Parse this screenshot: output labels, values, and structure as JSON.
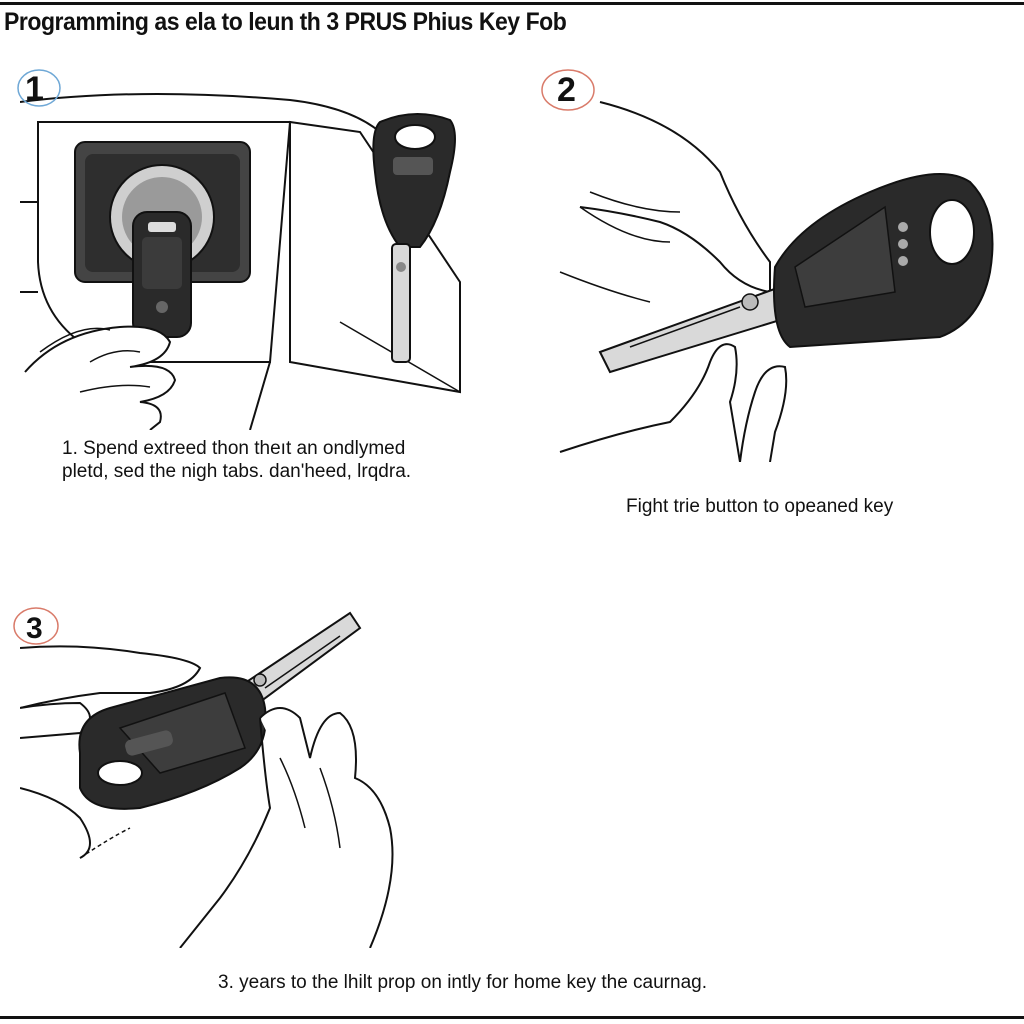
{
  "title": "Programming as ela to leun th 3 PRUS Phius Key Fob",
  "steps": [
    {
      "number": "1",
      "caption_line1": "1. Spend extreed thon theıt an ondlymed",
      "caption_line2": "pletd, sed the nigh tabs. dan'heed, lrqdra."
    },
    {
      "number": "2",
      "caption": "Fight trie button to opeaned key"
    },
    {
      "number": "3",
      "caption": "3. years to the lhilt prop on intly for home key the caurnag."
    }
  ],
  "colors": {
    "line": "#111111",
    "fob_body": "#2a2a2a",
    "fob_face": "#3a3a3a",
    "blade": "#d9d9d9",
    "num_circle_1": "#6fa8d6",
    "num_circle_2": "#d97b6a"
  }
}
